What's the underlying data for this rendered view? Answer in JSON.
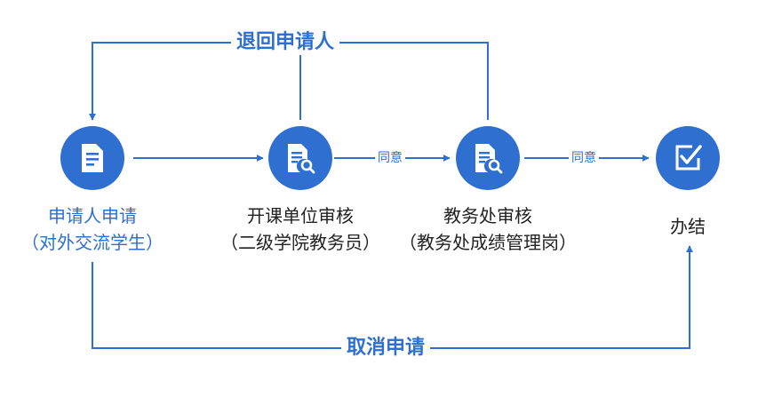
{
  "nodes": [
    {
      "title": "申请人申请",
      "subtitle": "（对外交流学生）",
      "icon": "document-icon"
    },
    {
      "title": "开课单位审核",
      "subtitle": "（二级学院教务员）",
      "icon": "document-search-icon"
    },
    {
      "title": "教务处审核",
      "subtitle": "（教务处成绩管理岗）",
      "icon": "document-search-icon"
    },
    {
      "title": "办结",
      "subtitle": "",
      "icon": "checkbox-icon"
    }
  ],
  "edges": {
    "agree_1": "同意",
    "agree_2": "同意",
    "return": "退回申请人",
    "cancel": "取消申请"
  },
  "colors": {
    "accent": "#2e6fd0",
    "text": "#222222"
  }
}
